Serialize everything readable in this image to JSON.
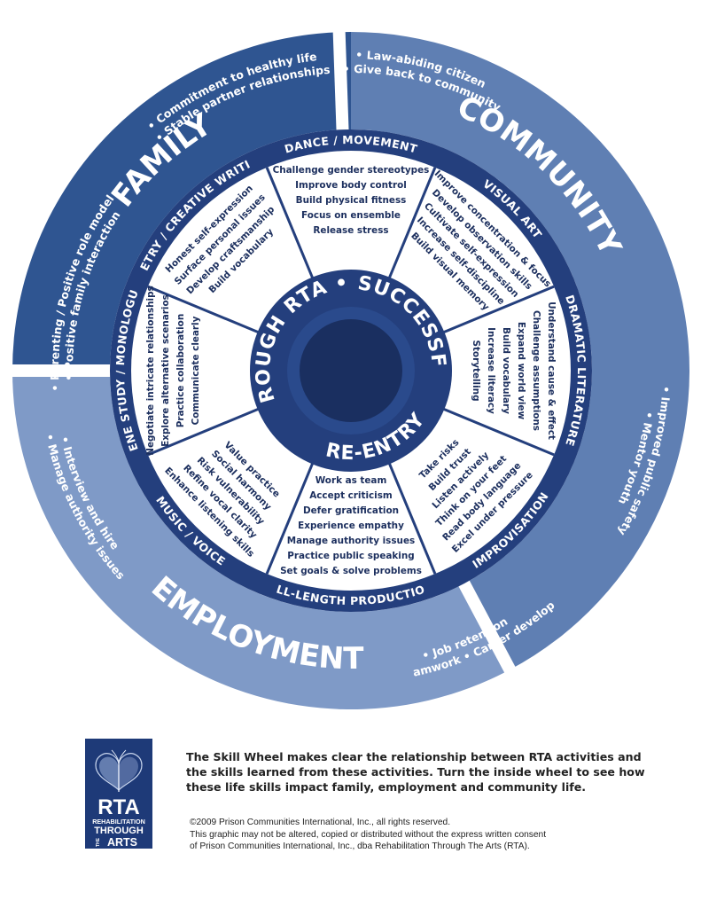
{
  "center": {
    "title": "SUCCESSFUL RE-ENTRY THROUGH RTA"
  },
  "domains": [
    {
      "id": "family",
      "label": "FAMILY",
      "items_outer": [
        "Commitment to healthy life",
        "Stable partner relationships"
      ],
      "items_inner": [
        "Parenting / Positive role model",
        "Positive family interaction"
      ]
    },
    {
      "id": "community",
      "label": "COMMUNITY",
      "items_outer": [
        "Law-abiding citizen",
        "Give back to community"
      ],
      "items_inner": [
        "Improved public safety",
        "Mentor youth"
      ]
    },
    {
      "id": "employment",
      "label": "EMPLOYMENT",
      "items_outer": [
        "Teamwork",
        "Career development",
        "Job retention"
      ],
      "items_inner": [
        "Manage authority issues",
        "Interview and hire"
      ]
    }
  ],
  "activities": [
    {
      "label": "DANCE / MOVEMENT",
      "skills": [
        "Challenge gender stereotypes",
        "Improve body control",
        "Build physical fitness",
        "Focus on ensemble",
        "Release stress"
      ]
    },
    {
      "label": "VISUAL ART",
      "skills": [
        "Improve concentration & focus",
        "Develop observation skills",
        "Cultivate self-expression",
        "Increase self-discipline",
        "Build visual memory"
      ]
    },
    {
      "label": "DRAMATIC LITERATURE",
      "skills": [
        "Understand cause & effect",
        "Challenge assumptions",
        "Expand world view",
        "Build vocabulary",
        "Increase literacy",
        "Storytelling"
      ]
    },
    {
      "label": "IMPROVISATION",
      "skills": [
        "Excel under pressure",
        "Read body language",
        "Think on your feet",
        "Listen actively",
        "Build trust",
        "Take risks"
      ]
    },
    {
      "label": "FULL-LENGTH PRODUCTIONS",
      "skills": [
        "Set goals & solve problems",
        "Practice public speaking",
        "Manage authority issues",
        "Experience empathy",
        "Defer gratification",
        "Accept criticism",
        "Work as team"
      ]
    },
    {
      "label": "MUSIC / VOICE",
      "skills": [
        "Enhance listening skills",
        "Refine vocal clarity",
        "Risk vulnerability",
        "Social harmony",
        "Value practice"
      ]
    },
    {
      "label": "SCENE STUDY / MONOLOGUES",
      "skills": [
        "Negotiate intricate relationships",
        "Explore alternative scenarios",
        "Practice collaboration",
        "Communicate clearly"
      ]
    },
    {
      "label": "POETRY / CREATIVE WRITING",
      "skills": [
        "Honest self-expression",
        "Surface personal issues",
        "Develop craftsmanship",
        "Build vocabulary"
      ]
    }
  ],
  "logo": {
    "abbr": "RTA",
    "lines": [
      "REHABILITATION",
      "THROUGH",
      "ARTS"
    ],
    "the": "THE",
    "icon": "butterfly-heart-icon"
  },
  "caption": "The Skill Wheel makes clear the relationship between RTA activities and the skills learned from these activities.  Turn the inside wheel to see how these life skills impact family, employment and community life.",
  "legal": [
    "©2009 Prison Communities International, Inc.,  all rights reserved.",
    "This graphic may not be altered, copied or distributed without the express written consent",
    "of Prison Communities International, Inc., dba Rehabilitation Through The Arts (RTA)."
  ],
  "colors": {
    "family": "#2f5591",
    "community": "#5f7fb3",
    "employment": "#7f9ac7",
    "ring": "#243f7d",
    "inner_dark": "#1c2f5e",
    "skill_text": "#1c2f5e",
    "gap": "#ffffff"
  }
}
